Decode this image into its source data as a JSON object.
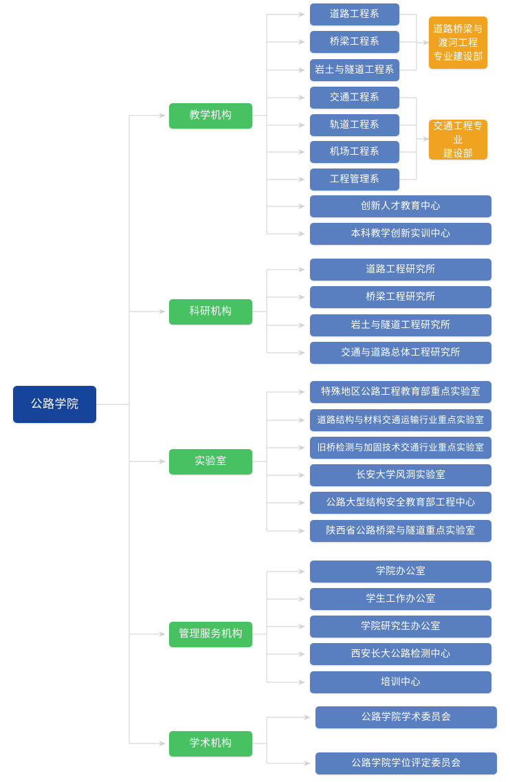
{
  "meta": {
    "title": "公路学院 组织机构图",
    "colors": {
      "root": "#16449B",
      "category": "#48C163",
      "leaf": "#5A7FC0",
      "department": "#EFA320",
      "connector": "#D9D9D9",
      "background": "#FFFFFF"
    }
  },
  "root": {
    "label": "公路学院"
  },
  "categories": [
    {
      "label": "教学机构"
    },
    {
      "label": "科研机构"
    },
    {
      "label": "实验室"
    },
    {
      "label": "管理服务机构"
    },
    {
      "label": "学术机构"
    }
  ],
  "teaching": {
    "departments": [
      {
        "label": "道路工程系"
      },
      {
        "label": "桥梁工程系"
      },
      {
        "label": "岩土与隧道工程系"
      },
      {
        "label": "交通工程系"
      },
      {
        "label": "轨道工程系"
      },
      {
        "label": "机场工程系"
      },
      {
        "label": "工程管理系"
      }
    ],
    "centers": [
      {
        "label": "创新人才教育中心"
      },
      {
        "label": "本科教学创新实训中心"
      }
    ],
    "construction_depts": [
      {
        "label": "道路桥梁与\n渡河工程\n专业建设部"
      },
      {
        "label": "交通工程专业\n建设部"
      }
    ]
  },
  "research": {
    "items": [
      {
        "label": "道路工程研究所"
      },
      {
        "label": "桥梁工程研究所"
      },
      {
        "label": "岩土与隧道工程研究所"
      },
      {
        "label": "交通与道路总体工程研究所"
      }
    ]
  },
  "laboratories": {
    "items": [
      {
        "label": "特殊地区公路工程教育部重点实验室"
      },
      {
        "label": "道路结构与材料交通运输行业重点实验室"
      },
      {
        "label": "旧桥检测与加固技术交通行业重点实验室"
      },
      {
        "label": "长安大学风洞实验室"
      },
      {
        "label": "公路大型结构安全教育部工程中心"
      },
      {
        "label": "陕西省公路桥梁与隧道重点实验室"
      }
    ]
  },
  "management": {
    "items": [
      {
        "label": "学院办公室"
      },
      {
        "label": "学生工作办公室"
      },
      {
        "label": "学院研究生办公室"
      },
      {
        "label": "西安长大公路检测中心"
      },
      {
        "label": "培训中心"
      }
    ]
  },
  "academic": {
    "items": [
      {
        "label": "公路学院学术委员会"
      },
      {
        "label": "公路学院学位评定委员会"
      }
    ]
  }
}
